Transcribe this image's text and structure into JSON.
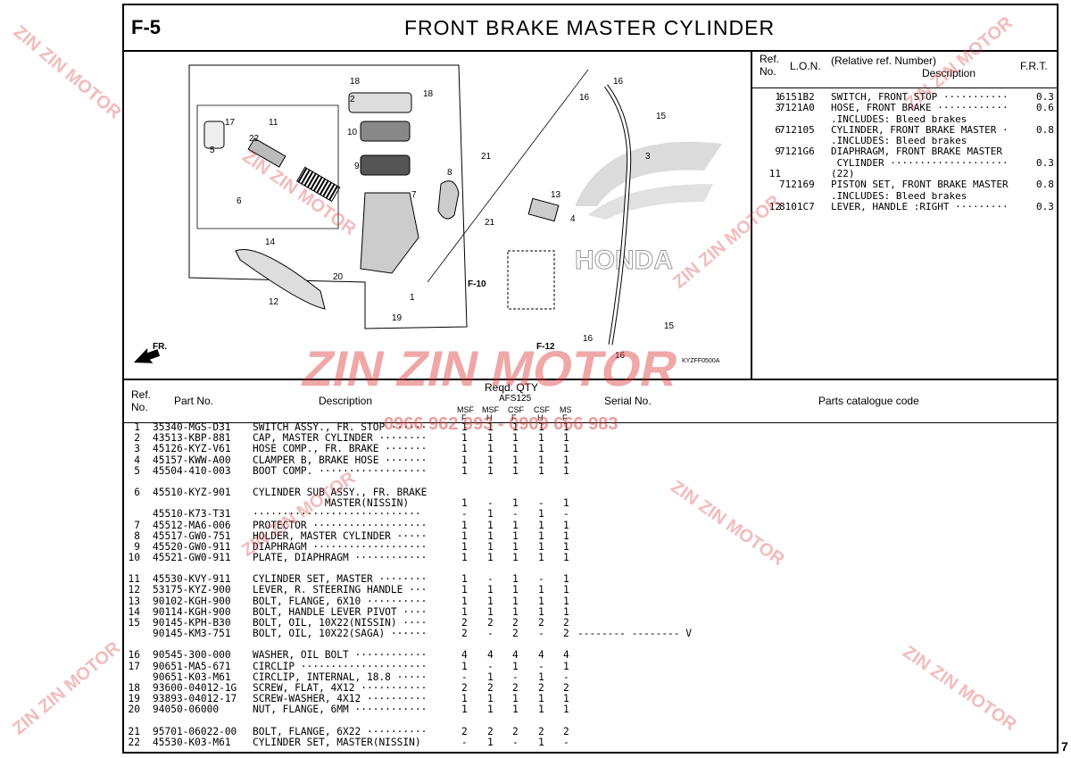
{
  "header": {
    "section": "F-5",
    "title": "FRONT BRAKE MASTER CYLINDER"
  },
  "diagram": {
    "callouts": [
      "18",
      "2",
      "18",
      "11",
      "17",
      "5",
      "22",
      "10",
      "9",
      "7",
      "8",
      "6",
      "21",
      "13",
      "21",
      "4",
      "14",
      "20",
      "1",
      "12",
      "19",
      "16",
      "16",
      "15",
      "3",
      "16",
      "16",
      "15"
    ],
    "ref_labels": {
      "f10": "F-10",
      "f12": "F-12",
      "fr": "FR.",
      "code": "KYZFF0500A",
      "brand": "HONDA"
    }
  },
  "frt": {
    "head": {
      "ref": "Ref.",
      "no": "No.",
      "lon": "L.O.N.",
      "rel1": "(Relative ref. Number)",
      "desc": "Description",
      "frt": "F.R.T."
    },
    "rows": [
      {
        "ref": "1",
        "lon": "6151B2",
        "desc": "SWITCH, FRONT STOP ···········",
        "frt": "0.3"
      },
      {
        "ref": "3",
        "lon": "7121A0",
        "desc": "HOSE, FRONT BRAKE ············",
        "frt": "0.6"
      },
      {
        "ref": "",
        "lon": "",
        "desc": ".INCLUDES: Bleed brakes",
        "frt": ""
      },
      {
        "ref": "6",
        "lon": "712105",
        "desc": "CYLINDER, FRONT BRAKE MASTER ·",
        "frt": "0.8"
      },
      {
        "ref": "",
        "lon": "",
        "desc": ".INCLUDES: Bleed brakes",
        "frt": ""
      },
      {
        "ref": "9",
        "lon": "7121G6",
        "desc": "DIAPHRAGM, FRONT BRAKE MASTER",
        "frt": ""
      },
      {
        "ref": "",
        "lon": "",
        "desc": " CYLINDER ····················",
        "frt": "0.3"
      },
      {
        "ref": "11",
        "lon": "",
        "desc": "(22)",
        "frt": ""
      },
      {
        "ref": "",
        "lon": "712169",
        "desc": "PISTON SET, FRONT BRAKE MASTER",
        "frt": "0.8"
      },
      {
        "ref": "",
        "lon": "",
        "desc": ".INCLUDES: Bleed brakes",
        "frt": ""
      },
      {
        "ref": "12",
        "lon": "8101C7",
        "desc": "LEVER, HANDLE :RIGHT ·········",
        "frt": "0.3"
      }
    ]
  },
  "parts_head": {
    "ref": "Ref.",
    "no": "No.",
    "part": "Part No.",
    "desc": "Description",
    "reqd": "Reqd. QTY",
    "afs": "AFS125",
    "c1a": "MSF",
    "c1b": "F",
    "c2a": "MSF",
    "c2b": "H",
    "c3a": "CSF",
    "c3b": "F",
    "c4a": "CSF",
    "c4b": "H",
    "c5a": "MS",
    "c5b": "F",
    "serial": "Serial No.",
    "catalog": "Parts catalogue code"
  },
  "parts": [
    {
      "ref": "1",
      "pn": "35340-MGS-D31",
      "desc": "SWITCH ASSY., FR. STOP ······",
      "q": [
        "1",
        "1",
        "1",
        "1",
        "1"
      ],
      "serial": ""
    },
    {
      "ref": "2",
      "pn": "43513-KBP-881",
      "desc": "CAP, MASTER CYLINDER ········",
      "q": [
        "1",
        "1",
        "1",
        "1",
        "1"
      ],
      "serial": ""
    },
    {
      "ref": "3",
      "pn": "45126-KYZ-V61",
      "desc": "HOSE COMP., FR. BRAKE ·······",
      "q": [
        "1",
        "1",
        "1",
        "1",
        "1"
      ],
      "serial": ""
    },
    {
      "ref": "4",
      "pn": "45157-KWW-A00",
      "desc": "CLAMPER B, BRAKE HOSE ·······",
      "q": [
        "1",
        "1",
        "1",
        "1",
        "1"
      ],
      "serial": ""
    },
    {
      "ref": "5",
      "pn": "45504-410-003",
      "desc": "BOOT COMP. ··················",
      "q": [
        "1",
        "1",
        "1",
        "1",
        "1"
      ],
      "serial": ""
    },
    {
      "gap": true
    },
    {
      "ref": "6",
      "pn": "45510-KYZ-901",
      "desc": "CYLINDER SUB ASSY., FR. BRAKE",
      "q": [
        "",
        "",
        "",
        "",
        ""
      ],
      "serial": ""
    },
    {
      "ref": "",
      "pn": "",
      "desc": "            MASTER(NISSIN)",
      "q": [
        "1",
        "-",
        "1",
        "-",
        "1"
      ],
      "serial": ""
    },
    {
      "ref": "",
      "pn": "45510-K73-T31",
      "desc": "····························",
      "q": [
        "-",
        "1",
        "-",
        "1",
        "-"
      ],
      "serial": ""
    },
    {
      "ref": "7",
      "pn": "45512-MA6-006",
      "desc": "PROTECTOR ···················",
      "q": [
        "1",
        "1",
        "1",
        "1",
        "1"
      ],
      "serial": ""
    },
    {
      "ref": "8",
      "pn": "45517-GW0-751",
      "desc": "HOLDER, MASTER CYLINDER ·····",
      "q": [
        "1",
        "1",
        "1",
        "1",
        "1"
      ],
      "serial": ""
    },
    {
      "ref": "9",
      "pn": "45520-GW0-911",
      "desc": "DIAPHRAGM ···················",
      "q": [
        "1",
        "1",
        "1",
        "1",
        "1"
      ],
      "serial": ""
    },
    {
      "ref": "10",
      "pn": "45521-GW0-911",
      "desc": "PLATE, DIAPHRAGM ············",
      "q": [
        "1",
        "1",
        "1",
        "1",
        "1"
      ],
      "serial": ""
    },
    {
      "gap": true
    },
    {
      "ref": "11",
      "pn": "45530-KVY-911",
      "desc": "CYLINDER SET, MASTER ········",
      "q": [
        "1",
        "-",
        "1",
        "-",
        "1"
      ],
      "serial": ""
    },
    {
      "ref": "12",
      "pn": "53175-KYZ-900",
      "desc": "LEVER, R. STEERING HANDLE ···",
      "q": [
        "1",
        "1",
        "1",
        "1",
        "1"
      ],
      "serial": ""
    },
    {
      "ref": "13",
      "pn": "90102-KGH-900",
      "desc": "BOLT, FLANGE, 6X10 ··········",
      "q": [
        "1",
        "1",
        "1",
        "1",
        "1"
      ],
      "serial": ""
    },
    {
      "ref": "14",
      "pn": "90114-KGH-900",
      "desc": "BOLT, HANDLE LEVER PIVOT ····",
      "q": [
        "1",
        "1",
        "1",
        "1",
        "1"
      ],
      "serial": ""
    },
    {
      "ref": "15",
      "pn": "90145-KPH-B30",
      "desc": "BOLT, OIL, 10X22(NISSIN) ····",
      "q": [
        "2",
        "2",
        "2",
        "2",
        "2"
      ],
      "serial": ""
    },
    {
      "ref": "",
      "pn": "90145-KM3-751",
      "desc": "BOLT, OIL, 10X22(SAGA) ······",
      "q": [
        "2",
        "-",
        "2",
        "-",
        "2"
      ],
      "serial": "-------- -------- V"
    },
    {
      "gap": true
    },
    {
      "ref": "16",
      "pn": "90545-300-000",
      "desc": "WASHER, OIL BOLT ············",
      "q": [
        "4",
        "4",
        "4",
        "4",
        "4"
      ],
      "serial": ""
    },
    {
      "ref": "17",
      "pn": "90651-MA5-671",
      "desc": "CIRCLIP ·····················",
      "q": [
        "1",
        "-",
        "1",
        "-",
        "1"
      ],
      "serial": ""
    },
    {
      "ref": "",
      "pn": "90651-K03-M61",
      "desc": "CIRCLIP, INTERNAL, 18.8 ·····",
      "q": [
        "-",
        "1",
        "-",
        "1",
        "-"
      ],
      "serial": ""
    },
    {
      "ref": "18",
      "pn": "93600-04012-1G",
      "desc": "SCREW, FLAT, 4X12 ···········",
      "q": [
        "2",
        "2",
        "2",
        "2",
        "2"
      ],
      "serial": ""
    },
    {
      "ref": "19",
      "pn": "93893-04012-17",
      "desc": "SCREW-WASHER, 4X12 ··········",
      "q": [
        "1",
        "1",
        "1",
        "1",
        "1"
      ],
      "serial": ""
    },
    {
      "ref": "20",
      "pn": "94050-06000",
      "desc": "NUT, FLANGE, 6MM ············",
      "q": [
        "1",
        "1",
        "1",
        "1",
        "1"
      ],
      "serial": ""
    },
    {
      "gap": true
    },
    {
      "ref": "21",
      "pn": "95701-06022-00",
      "desc": "BOLT, FLANGE, 6X22 ··········",
      "q": [
        "2",
        "2",
        "2",
        "2",
        "2"
      ],
      "serial": ""
    },
    {
      "ref": "22",
      "pn": "45530-K03-M61",
      "desc": "CYLINDER SET, MASTER(NISSIN)",
      "q": [
        "-",
        "1",
        "-",
        "1",
        "-"
      ],
      "serial": ""
    }
  ],
  "watermark": {
    "brand": "ZIN ZIN MOTOR",
    "phones": "0966 962 993 - 0909 666 983"
  },
  "page_number": "7",
  "colors": {
    "watermark": "#dc3c3c",
    "ink": "#000000"
  }
}
